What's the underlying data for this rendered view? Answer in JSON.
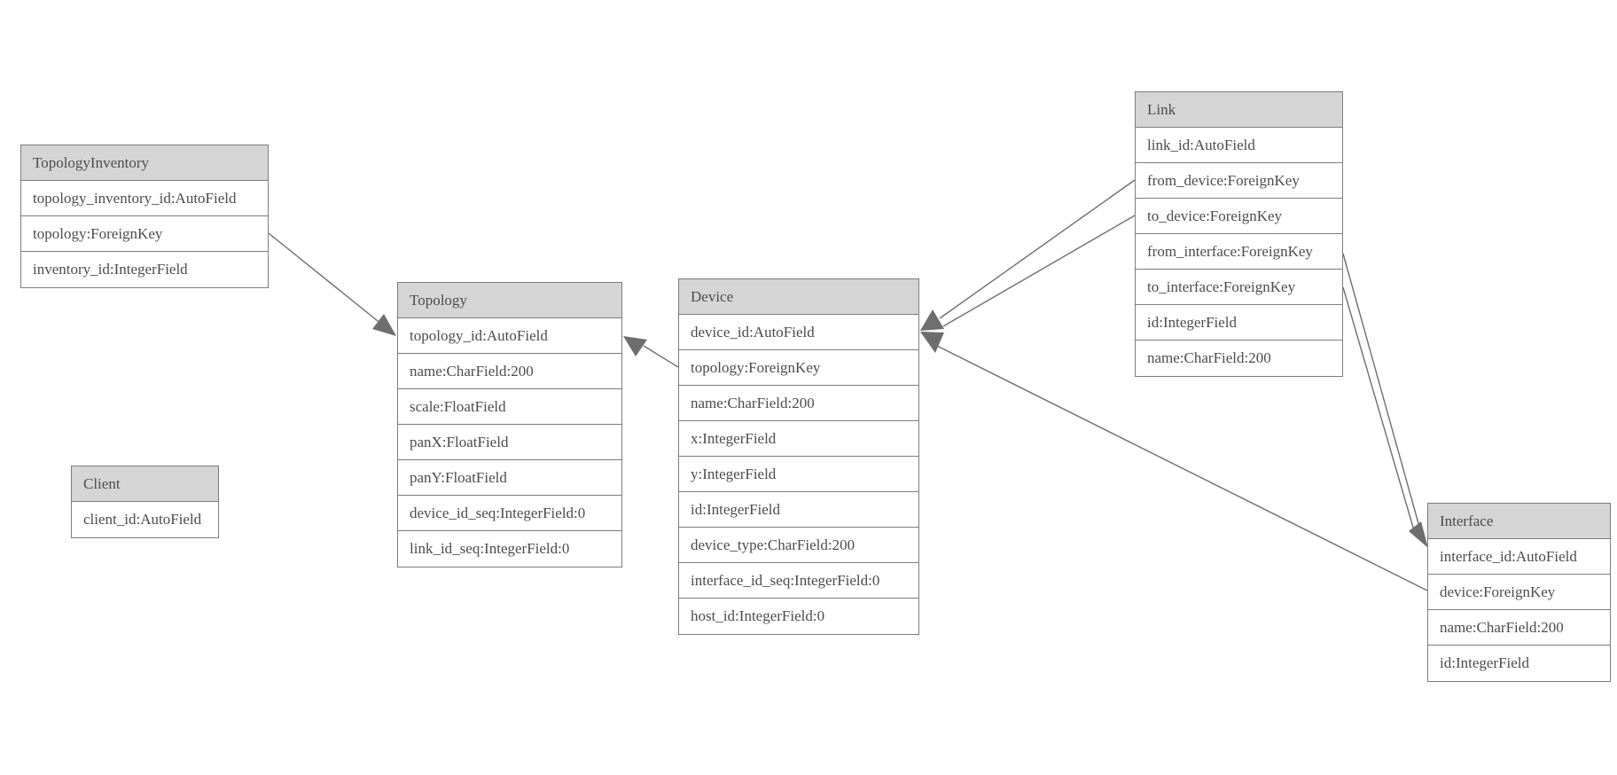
{
  "diagram": {
    "type": "entity-relationship-model",
    "colors": {
      "header_bg": "#d5d5d5",
      "border": "#7d7d7d",
      "text": "#4c4c4c",
      "connector": "#6e6e6e"
    },
    "entities": {
      "topology_inventory": {
        "title": "TopologyInventory",
        "fields": [
          "topology_inventory_id:AutoField",
          "topology:ForeignKey",
          "inventory_id:IntegerField"
        ]
      },
      "topology": {
        "title": "Topology",
        "fields": [
          "topology_id:AutoField",
          "name:CharField:200",
          "scale:FloatField",
          "panX:FloatField",
          "panY:FloatField",
          "device_id_seq:IntegerField:0",
          "link_id_seq:IntegerField:0"
        ]
      },
      "client": {
        "title": "Client",
        "fields": [
          "client_id:AutoField"
        ]
      },
      "device": {
        "title": "Device",
        "fields": [
          "device_id:AutoField",
          "topology:ForeignKey",
          "name:CharField:200",
          "x:IntegerField",
          "y:IntegerField",
          "id:IntegerField",
          "device_type:CharField:200",
          "interface_id_seq:IntegerField:0",
          "host_id:IntegerField:0"
        ]
      },
      "link": {
        "title": "Link",
        "fields": [
          "link_id:AutoField",
          "from_device:ForeignKey",
          "to_device:ForeignKey",
          "from_interface:ForeignKey",
          "to_interface:ForeignKey",
          "id:IntegerField",
          "name:CharField:200"
        ]
      },
      "interface": {
        "title": "Interface",
        "fields": [
          "interface_id:AutoField",
          "device:ForeignKey",
          "name:CharField:200",
          "id:IntegerField"
        ]
      }
    },
    "relationships": [
      {
        "from": "TopologyInventory.topology",
        "to": "Topology.topology_id"
      },
      {
        "from": "Device.topology",
        "to": "Topology.topology_id"
      },
      {
        "from": "Link.from_device",
        "to": "Device.device_id"
      },
      {
        "from": "Link.to_device",
        "to": "Device.device_id"
      },
      {
        "from": "Link.from_interface",
        "to": "Interface.interface_id"
      },
      {
        "from": "Link.to_interface",
        "to": "Interface.interface_id"
      },
      {
        "from": "Interface.device",
        "to": "Device.device_id"
      }
    ]
  }
}
